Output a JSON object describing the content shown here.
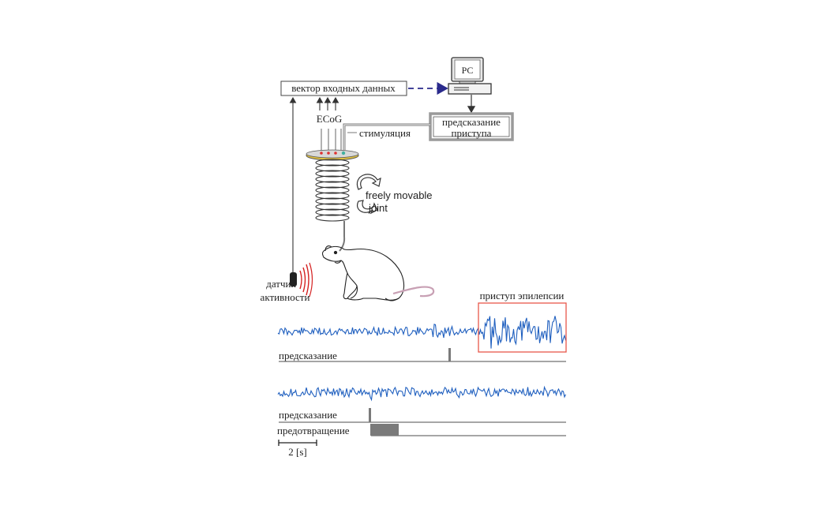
{
  "labels": {
    "input_vector": "вектор входных данных",
    "pc": "PC",
    "prediction_box_line1": "предсказание",
    "prediction_box_line2": "приступа",
    "ecog": "ECoG",
    "stimulation": "стимуляция",
    "joint_line1": "freely movable",
    "joint_line2": "joint",
    "sensor_line1": "датчик",
    "sensor_line2": "активности",
    "seizure": "приступ эпилепсии",
    "prediction_1": "предсказание",
    "prediction_2": "предсказание",
    "prevention": "предотвращение",
    "scale": "2 [s]"
  },
  "colors": {
    "signal": "#1f5fbf",
    "seizure_box": "#e8584a",
    "arrow_dashed": "#2a2a8c",
    "prediction_border": "#9a9a9a",
    "stim_marker": "#7a7a7a",
    "sensor": "#d42020",
    "rat_tail": "#c8a0b4",
    "spring_top": "#e0c040",
    "electrode_red": "#e03030",
    "electrode_green": "#40b0a0"
  }
}
